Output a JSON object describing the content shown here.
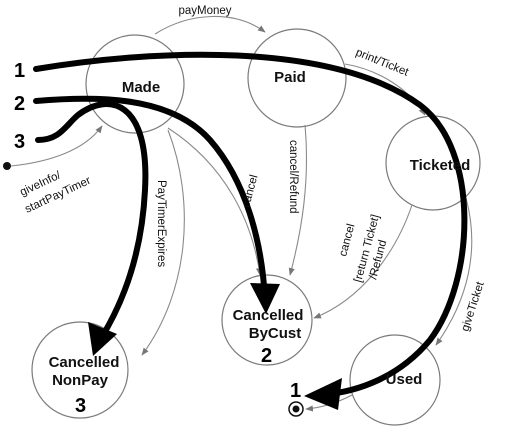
{
  "states": {
    "made": "Made",
    "paid": "Paid",
    "ticketed": "Ticketed",
    "cancelled_by_cust_line1": "Cancelled",
    "cancelled_by_cust_line2": "ByCust",
    "cancelled_nonpay_line1": "Cancelled",
    "cancelled_nonpay_line2": "NonPay",
    "used": "Used"
  },
  "transitions": {
    "pay_money": "payMoney",
    "print_ticket": "print/Ticket",
    "give_info_line1": "giveInfo/",
    "give_info_line2": "startPayTimer",
    "pay_timer_expires": "PayTimerExpires",
    "cancel": "cancel",
    "cancel_refund": "cancel/Refund",
    "cancel_return_line1": "cancel",
    "cancel_return_line2": "[return Ticket]",
    "cancel_return_line3": "/Refund",
    "give_ticket": "giveTicket"
  },
  "scenario_numbers": {
    "start_1": "1",
    "start_2": "2",
    "start_3": "3",
    "end_1": "1",
    "end_2": "2",
    "end_3": "3"
  }
}
